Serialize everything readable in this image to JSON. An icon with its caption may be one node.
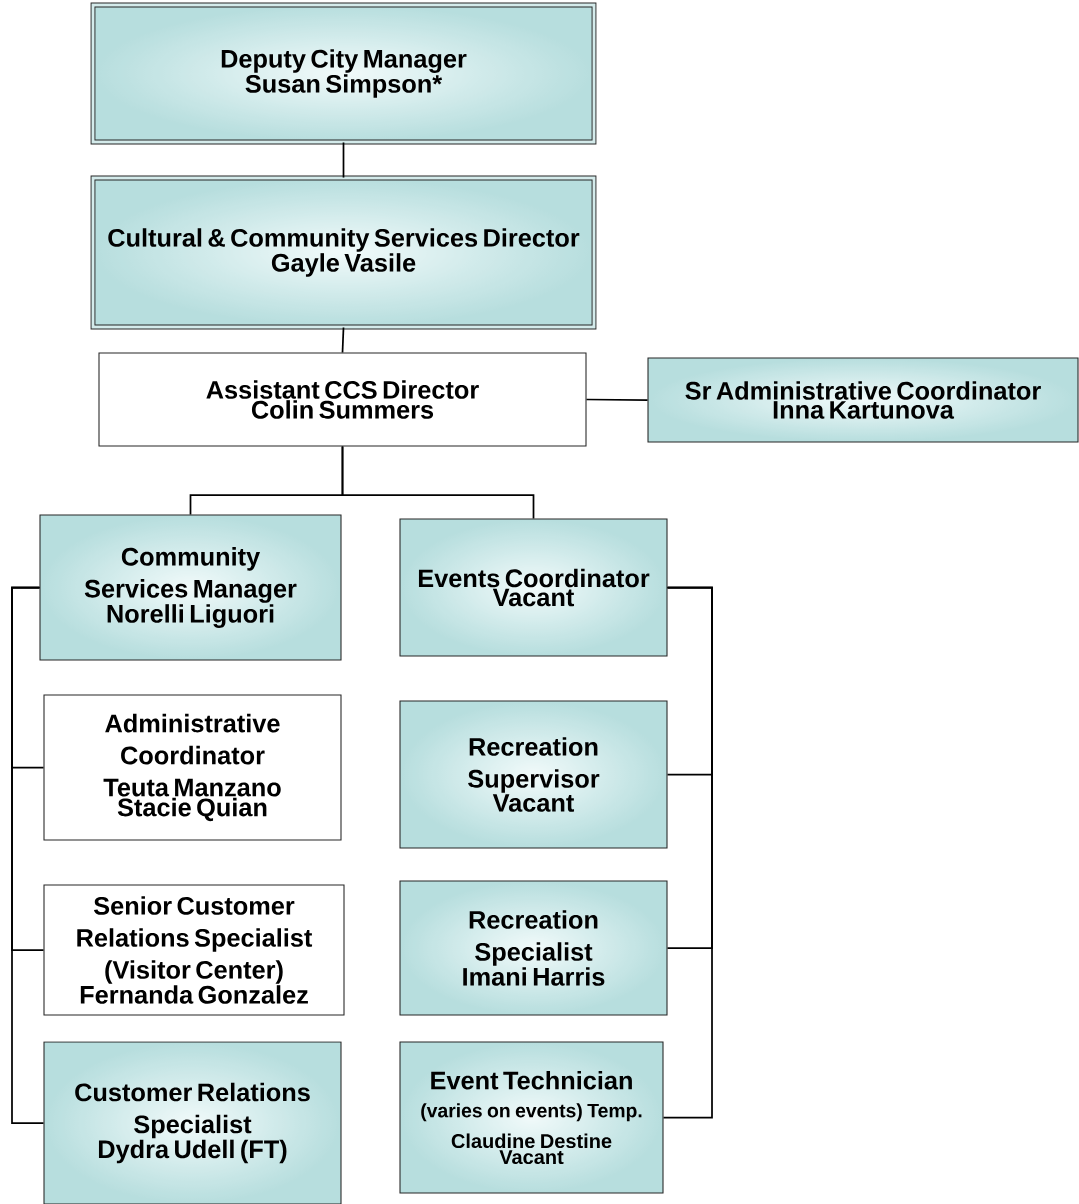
{
  "diagram": {
    "nodes": [
      {
        "text": [
          "Deputy City Manager",
          "Susan Simpson*"
        ]
      },
      {
        "text": [
          "Cultural & Community  Services Director",
          "Gayle Vasile"
        ]
      },
      {
        "text": [
          "Assistant CCS Director",
          "Colin Summers"
        ]
      },
      {
        "text": [
          "Sr Administrative Coordinator",
          "Inna Kartunova"
        ]
      },
      {
        "text": [
          "Community Services Manager",
          "Norelli Liguori"
        ]
      },
      {
        "text": [
          "Events Coordinator",
          "Vacant"
        ]
      },
      {
        "text": [
          "Administrative Coordinator",
          "Teuta Manzano",
          "Stacie Quian"
        ]
      },
      {
        "text": [
          "Recreation Supervisor",
          "Vacant"
        ]
      },
      {
        "text": [
          "Senior Customer Relations Specialist (Visitor Center)",
          "Fernanda Gonzalez"
        ]
      },
      {
        "text": [
          "Recreation Specialist",
          "Imani Harris"
        ]
      },
      {
        "text": [
          "Customer Relations Specialist",
          "Dydra Udell (FT)"
        ]
      },
      {
        "text": [
          "Event Technician",
          "(varies on events) Temp.",
          "Claudine Destine",
          "Vacant"
        ]
      }
    ],
    "edges": [
      {
        "from": 0,
        "to": 1,
        "arrow": "none"
      },
      {
        "from": 1,
        "to": 2,
        "arrow": "none"
      },
      {
        "from": 2,
        "to": 3,
        "arrow": "none"
      },
      {
        "from": 2,
        "to": 4,
        "arrow": "none"
      },
      {
        "from": 2,
        "to": 5,
        "arrow": "none"
      },
      {
        "from": 4,
        "to": 6,
        "arrow": "none"
      },
      {
        "from": 4,
        "to": 8,
        "arrow": "none"
      },
      {
        "from": 4,
        "to": 10,
        "arrow": "none"
      },
      {
        "from": 5,
        "to": 7,
        "arrow": "none"
      },
      {
        "from": 5,
        "to": 9,
        "arrow": "none"
      },
      {
        "from": 5,
        "to": 11,
        "arrow": "none"
      }
    ]
  }
}
